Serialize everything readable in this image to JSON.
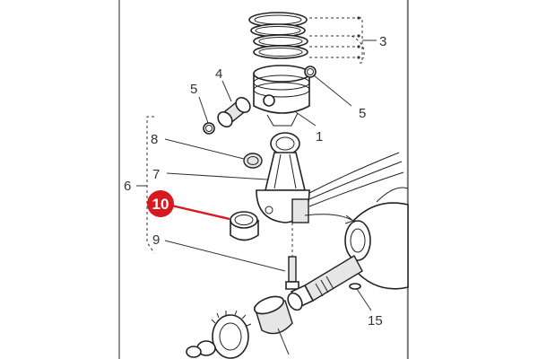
{
  "callouts": {
    "c1": "1",
    "c3": "3",
    "c4": "4",
    "c5_left": "5",
    "c5_right": "5",
    "c6": "6",
    "c7": "7",
    "c8": "8",
    "c9": "9",
    "c10": "10",
    "c15": "15"
  },
  "colors": {
    "highlight": "#d71920",
    "line": "#333333"
  }
}
